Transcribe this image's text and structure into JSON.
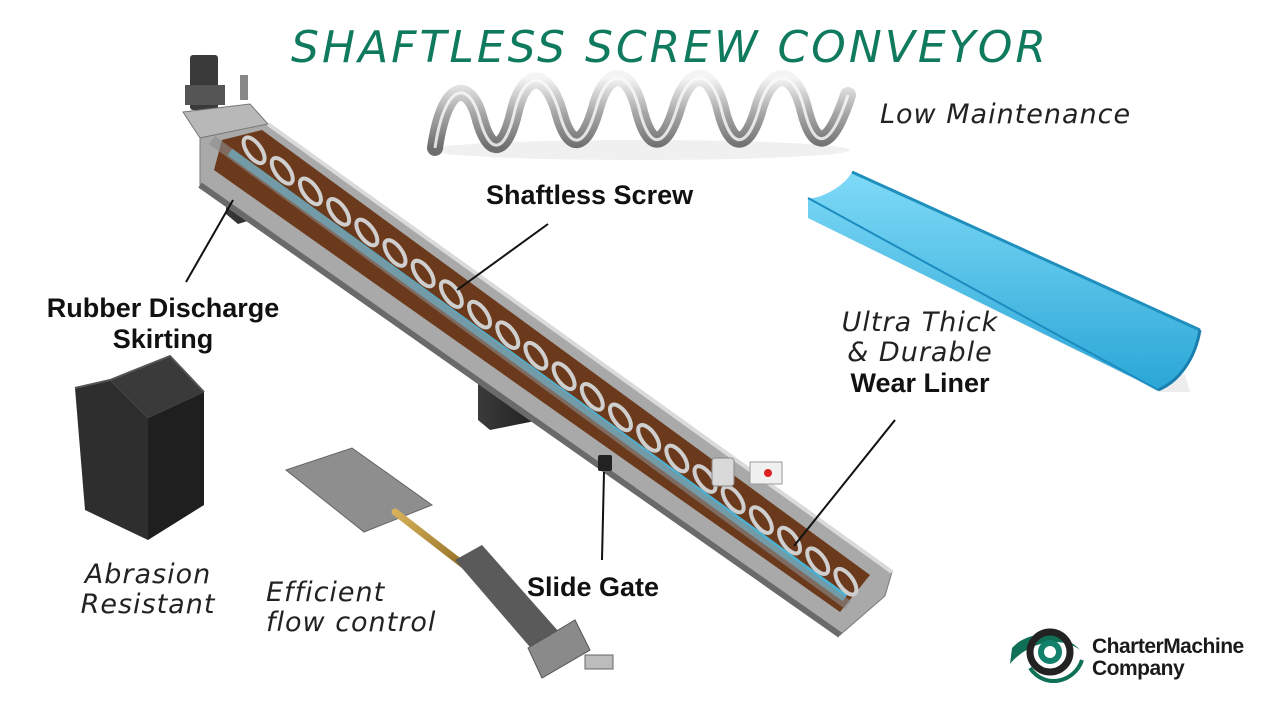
{
  "title": "SHAFTLESS SCREW CONVEYOR",
  "labels": {
    "low_maintenance": "Low Maintenance",
    "shaftless_screw": "Shaftless Screw",
    "rubber_skirting_line1": "Rubber Discharge",
    "rubber_skirting_line2": "Skirting",
    "wear_liner_line1": "Ultra Thick",
    "wear_liner_line2": "& Durable",
    "wear_liner_line3": "Wear Liner",
    "abrasion_line1": "Abrasion",
    "abrasion_line2": "Resistant",
    "flow_line1": "Efficient",
    "flow_line2": "flow control",
    "slide_gate": "Slide Gate"
  },
  "logo": {
    "line1": "CharterMachine",
    "line2": "Company"
  },
  "colors": {
    "title": "#107a5e",
    "liner": "#35b4de",
    "steel": "#9a9a9a",
    "material": "#6b3a1c",
    "hood": "#2b2b2b"
  }
}
